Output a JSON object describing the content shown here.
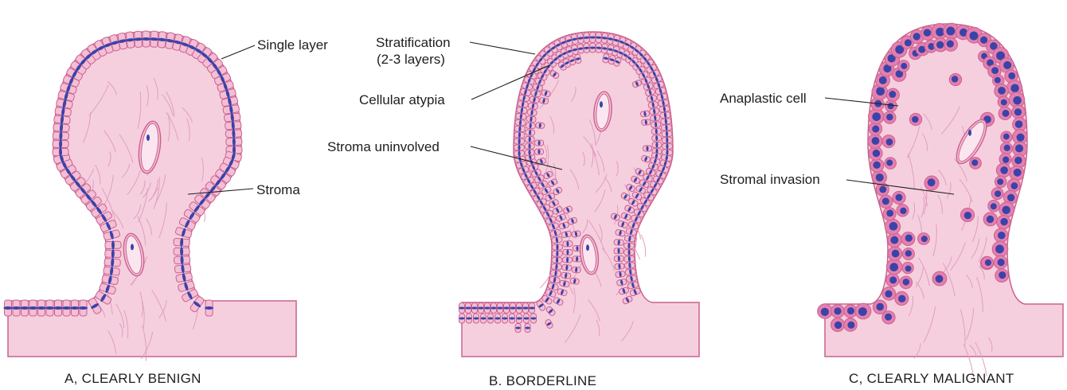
{
  "panels": [
    {
      "caption": "A, CLEARLY BENIGN",
      "labels": {
        "single_layer": "Single layer",
        "stroma": "Stroma"
      }
    },
    {
      "caption": "B. BORDERLINE",
      "labels": {
        "stratification_line1": "Stratification",
        "stratification_line2": "(2-3 layers)",
        "cellular_atypia": "Cellular atypia",
        "stroma_uninvolved": "Stroma uninvolved"
      }
    },
    {
      "caption": "C, CLEARLY MALIGNANT",
      "labels": {
        "anaplastic_cell": "Anaplastic cell",
        "stromal_invasion": "Stromal invasion"
      }
    }
  ],
  "colors": {
    "stroma": "#f6cfdf",
    "stroma_fibers": "#df9fbd",
    "epithelium": "#f4bed5",
    "cell_outline": "#c9628f",
    "nucleus": "#3a43a8",
    "malignant_cell": "#e57fae",
    "text": "#1e1e1e"
  }
}
